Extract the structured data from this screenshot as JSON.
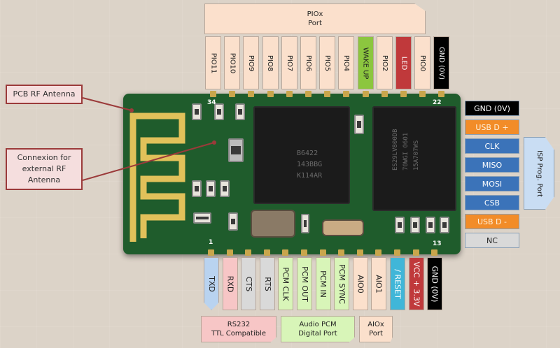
{
  "top_group": {
    "title": "PIOx",
    "subtitle": "Port"
  },
  "top_pins": [
    {
      "label": "PIO11",
      "bg": "#fbe0cc",
      "fg": "#222222"
    },
    {
      "label": "PIO10",
      "bg": "#fbe0cc",
      "fg": "#222222"
    },
    {
      "label": "PIO9",
      "bg": "#fbe0cc",
      "fg": "#222222"
    },
    {
      "label": "PIO8",
      "bg": "#fbe0cc",
      "fg": "#222222"
    },
    {
      "label": "PIO7",
      "bg": "#fbe0cc",
      "fg": "#222222"
    },
    {
      "label": "PIO6",
      "bg": "#fbe0cc",
      "fg": "#222222"
    },
    {
      "label": "PIO5",
      "bg": "#fbe0cc",
      "fg": "#222222"
    },
    {
      "label": "PIO4",
      "bg": "#fbe0cc",
      "fg": "#222222"
    },
    {
      "label": "WAKE UP",
      "bg": "#8cc63f",
      "fg": "#222222"
    },
    {
      "label": "PIO2",
      "bg": "#fbe0cc",
      "fg": "#222222"
    },
    {
      "label": "LED",
      "bg": "#c0393b",
      "fg": "#ffffff"
    },
    {
      "label": "PIO0",
      "bg": "#fbe0cc",
      "fg": "#222222"
    },
    {
      "label": "GND (0V)",
      "bg": "#000000",
      "fg": "#ffffff"
    }
  ],
  "right_pins": [
    {
      "label": "GND (0V)",
      "bg": "#000000",
      "fg": "#ffffff"
    },
    {
      "label": "USB D +",
      "bg": "#f28c28",
      "fg": "#fff3e0"
    },
    {
      "label": "CLK",
      "bg": "#3b73b9",
      "fg": "#ffffff"
    },
    {
      "label": "MISO",
      "bg": "#3b73b9",
      "fg": "#ffffff"
    },
    {
      "label": "MOSI",
      "bg": "#3b73b9",
      "fg": "#ffffff"
    },
    {
      "label": "CSB",
      "bg": "#3b73b9",
      "fg": "#ffffff"
    },
    {
      "label": "USB D -",
      "bg": "#f28c28",
      "fg": "#fff3e0"
    },
    {
      "label": "NC",
      "bg": "#d9d9d9",
      "fg": "#222222"
    }
  ],
  "right_group": {
    "label": "ISP Prog. Port"
  },
  "bottom_pins": [
    {
      "label": "TXD",
      "bg": "#b9d3f0",
      "fg": "#222222"
    },
    {
      "label": "RXD",
      "bg": "#f7c6c6",
      "fg": "#222222"
    },
    {
      "label": "CTS",
      "bg": "#d9d9d9",
      "fg": "#222222"
    },
    {
      "label": "RTS",
      "bg": "#d9d9d9",
      "fg": "#222222"
    },
    {
      "label": "PCM CLK",
      "bg": "#d8f5b8",
      "fg": "#222222"
    },
    {
      "label": "PCM OUT",
      "bg": "#d8f5b8",
      "fg": "#222222"
    },
    {
      "label": "PCM IN",
      "bg": "#d8f5b8",
      "fg": "#222222"
    },
    {
      "label": "PCM SYNC",
      "bg": "#d8f5b8",
      "fg": "#222222"
    },
    {
      "label": "AIO0",
      "bg": "#fbe0cc",
      "fg": "#222222"
    },
    {
      "label": "AIO1",
      "bg": "#fbe0cc",
      "fg": "#222222"
    },
    {
      "label": "/ RESET",
      "bg": "#40b6d8",
      "fg": "#ffffff"
    },
    {
      "label": "VCC + 3.3V",
      "bg": "#c0393b",
      "fg": "#ffffff"
    },
    {
      "label": "GND (0V)",
      "bg": "#000000",
      "fg": "#ffffff"
    }
  ],
  "bottom_groups": [
    {
      "line1": "RS232",
      "line2": "TTL Compatible",
      "bg": "#f7c6c6"
    },
    {
      "line1": "Audio PCM",
      "line2": "Digital Port",
      "bg": "#d8f5b8"
    },
    {
      "line1": "AIOx",
      "line2": "Port",
      "bg": "#fbe0cc"
    }
  ],
  "callouts": {
    "antenna": "PCB RF Antenna",
    "external": "Connexion for external RF Antenna"
  },
  "pin_numbers": {
    "pin34": "34",
    "pin22": "22",
    "pin1": "1",
    "pin13": "13"
  },
  "chip_text": {
    "chip1": "B6422\n143BBG\nK114AR",
    "chip2": "ES29LV800DB\n70WGI 0601\n15A707WS"
  },
  "colors": {
    "pcb": "#1f5c2c",
    "callout_border": "#9b3a3a",
    "antenna_trace": "#e1c15a"
  }
}
